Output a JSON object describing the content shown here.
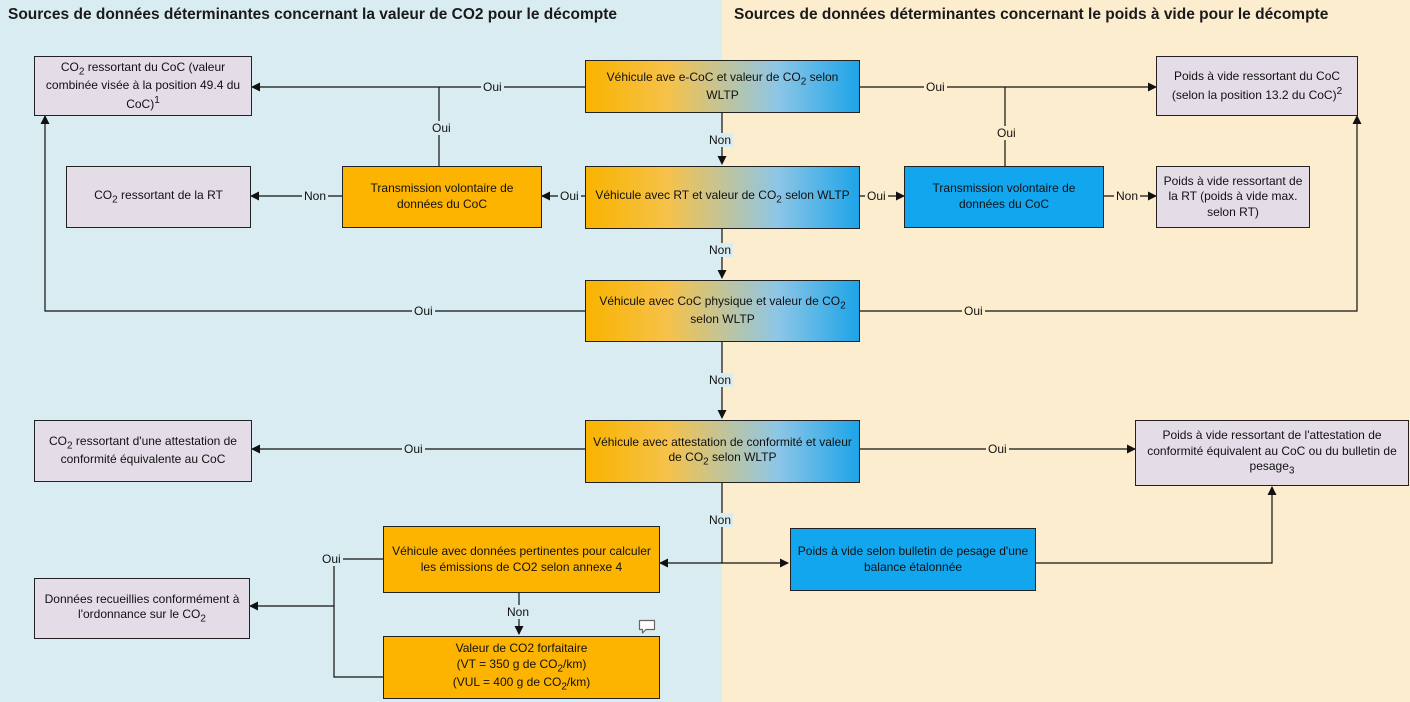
{
  "headings": {
    "left": "Sources de données déterminantes concernant la valeur de CO2 pour le décompte",
    "right": "Sources de données déterminantes concernant le poids à vide pour le décompte"
  },
  "boxes": {
    "ecoc": [
      "Véhicule ave e-CoC et valeur de CO",
      "2",
      " selon WLTP"
    ],
    "rt": [
      "Véhicule avec RT et valeur de CO",
      "2",
      " selon WLTP"
    ],
    "physical_coc": [
      "Véhicule avec CoC physique et valeur de CO",
      "2",
      " selon WLTP"
    ],
    "attestation": [
      "Véhicule avec attestation de conformité et valeur de CO",
      "2",
      " selon WLTP"
    ],
    "pertinent_data": [
      "Véhicule avec données pertinentes pour calculer les émissions de CO2 selon annexe 4"
    ],
    "flat_rate": [
      "Valeur de CO2 forfaitaire",
      "(VT = 350 g de CO",
      "2",
      "/km)",
      "(VUL = 400 g de CO",
      "2",
      "/km)"
    ],
    "transmission_left": [
      "Transmission volontaire de données du CoC"
    ],
    "transmission_right": [
      "Transmission volontaire de données du CoC"
    ],
    "co2_coc": [
      "CO",
      "2",
      " ressortant du CoC (valeur combinée visée à la position 49.4 du CoC)",
      "1"
    ],
    "co2_rt": [
      "CO",
      "2",
      " ressortant de la RT"
    ],
    "co2_attestation": [
      "CO",
      "2",
      " ressortant d'une attestation de conformité équivalente au CoC"
    ],
    "co2_ordinance": [
      "Données recueillies conformément à l'ordonnance sur le CO",
      "2"
    ],
    "weight_coc": [
      "Poids à vide ressortant du CoC (selon la position 13.2 du CoC)",
      "2"
    ],
    "weight_rt": [
      "Poids à vide ressortant de la RT (poids à vide max. selon RT)"
    ],
    "weight_attestation": [
      "Poids à vide ressortant de l'attestation de conformité équivalent au CoC ou du bulletin de pesage",
      "3"
    ],
    "weight_scale": [
      "Poids à vide selon bulletin de pesage d'une balance étalonnée"
    ]
  },
  "labels": {
    "yes": "Oui",
    "no": "Non"
  },
  "icons": {
    "comment": "speech-bubble-icon"
  },
  "colors": {
    "left_panel": "#d9ecf2",
    "right_panel": "#fdedcf",
    "orange": "#fdb400",
    "blue": "#12a6ee",
    "gray_box": "#e4dde8"
  }
}
